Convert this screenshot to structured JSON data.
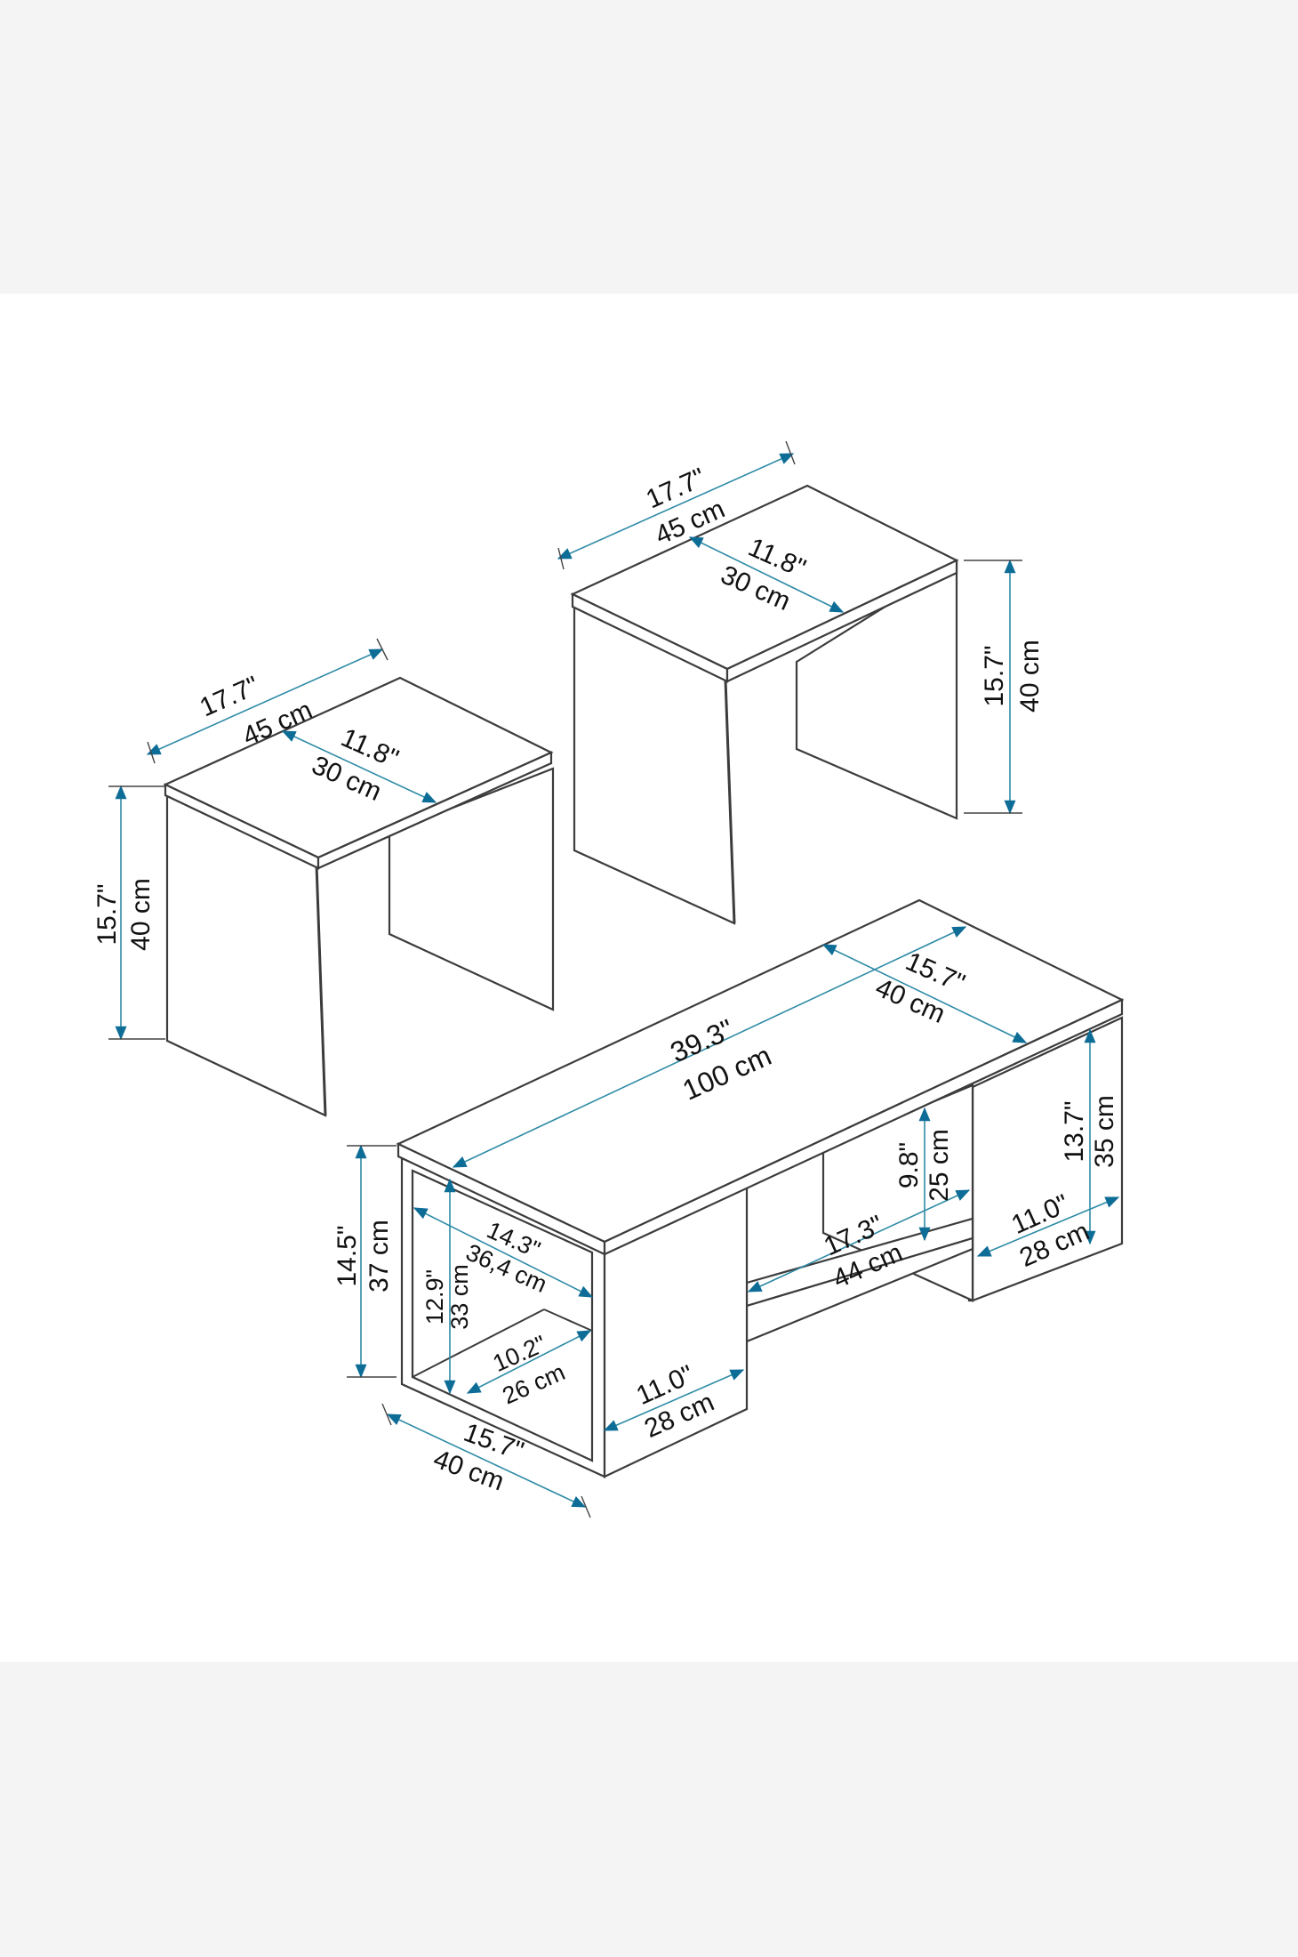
{
  "colors": {
    "background": "#f4f4f4",
    "panel": "#ffffff",
    "outline": "#3c3c3c",
    "dimension_line": "#2f8ba6",
    "arrowhead": "#0e6d96",
    "text": "#111111"
  },
  "dimensions": {
    "left_stool": {
      "width_in": "17.7\"",
      "width_cm": "45 cm",
      "depth_in": "11.8\"",
      "depth_cm": "30 cm",
      "height_in": "15.7\"",
      "height_cm": "40 cm"
    },
    "right_stool": {
      "width_in": "17.7\"",
      "width_cm": "45 cm",
      "depth_in": "11.8\"",
      "depth_cm": "30 cm",
      "height_in": "15.7\"",
      "height_cm": "40 cm"
    },
    "table": {
      "length_in": "39.3\"",
      "length_cm": "100 cm",
      "depth_in": "15.7\"",
      "depth_cm": "40 cm",
      "height_in": "14.5\"",
      "height_cm": "37 cm",
      "base_depth_in": "15.7\"",
      "base_depth_cm": "40 cm",
      "cubby_diag_in": "14.3\"",
      "cubby_diag_cm": "36,4 cm",
      "cubby_height_in": "12.9\"",
      "cubby_height_cm": "33 cm",
      "cubby_depth_in": "10.2\"",
      "cubby_depth_cm": "26 cm",
      "leg_depth_in": "11.0\"",
      "leg_depth_cm": "28 cm",
      "shelf_width_in": "17.3\"",
      "shelf_width_cm": "44 cm",
      "shelf_gap_in": "9.8\"",
      "shelf_gap_cm": "25 cm",
      "right_height_in": "13.7\"",
      "right_height_cm": "35 cm",
      "right_depth_in": "11.0\"",
      "right_depth_cm": "28 cm"
    }
  }
}
